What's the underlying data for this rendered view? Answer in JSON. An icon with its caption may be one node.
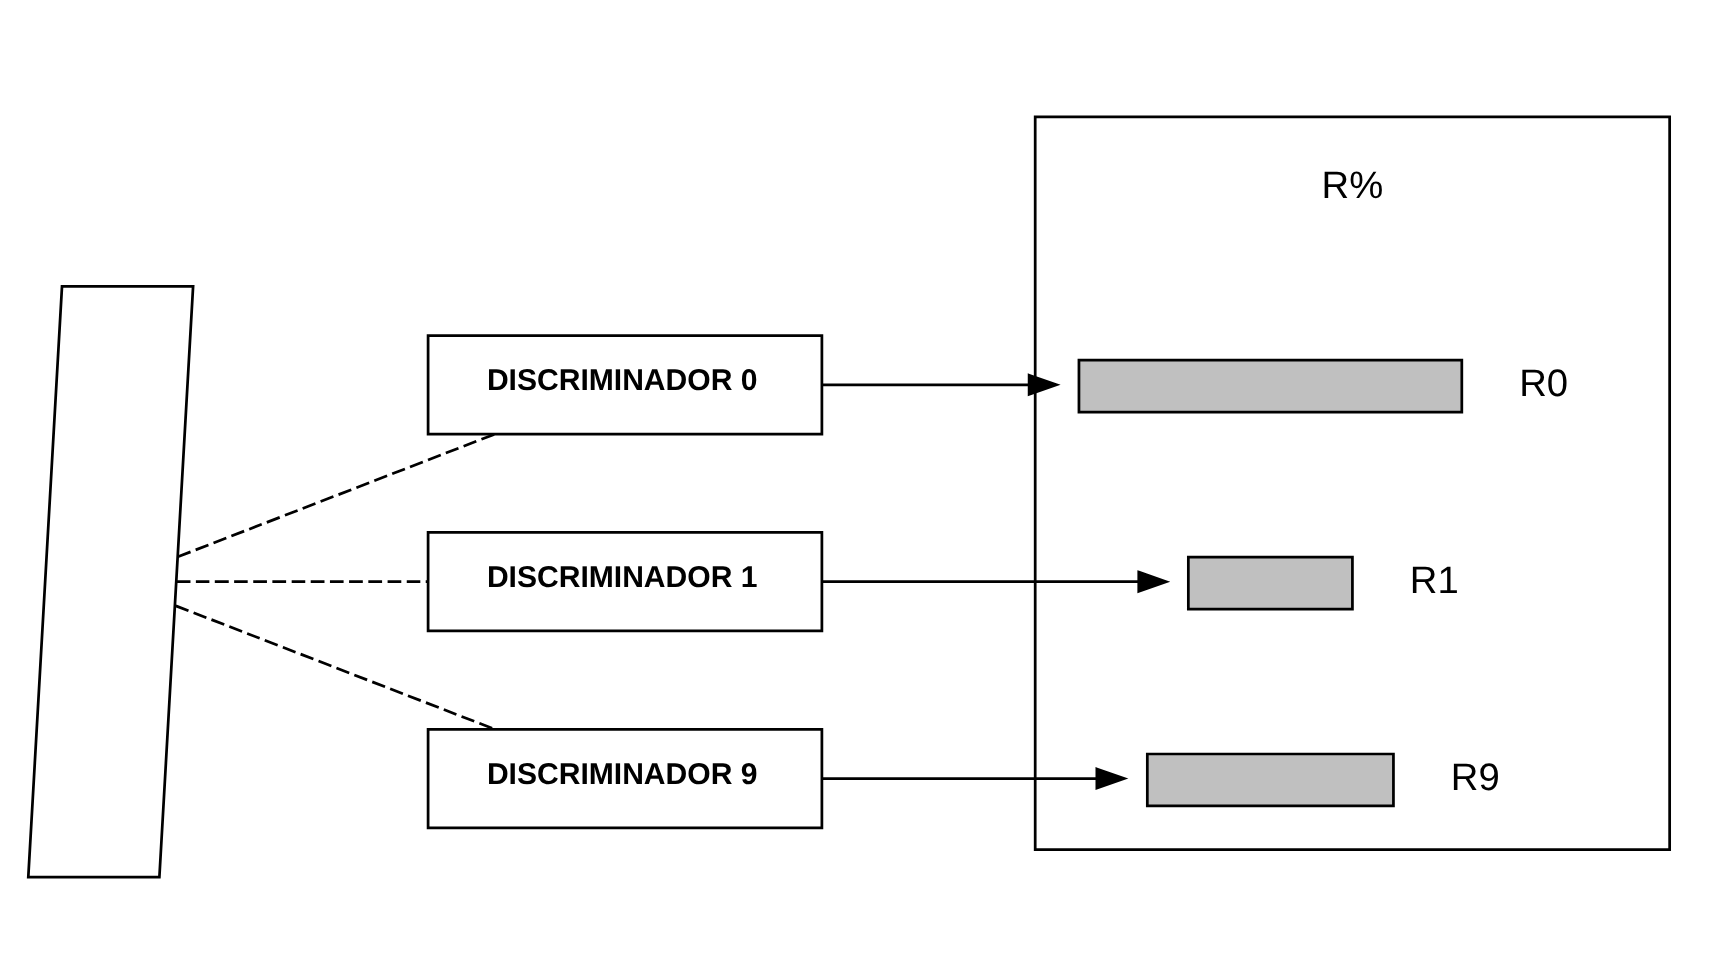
{
  "diagram": {
    "nodes": [
      {
        "text": [],
        "shape": "parallelogram"
      },
      {
        "text": [
          "DISCRIMINADOR 0"
        ]
      },
      {
        "text": [
          "DISCRIMINADOR 1"
        ]
      },
      {
        "text": [
          "DISCRIMINADOR 9"
        ]
      },
      {
        "text": [],
        "shape": "box"
      },
      {
        "text": [],
        "shape": "bar",
        "in": 4,
        "beside": [
          "R0"
        ]
      },
      {
        "text": [],
        "shape": "bar",
        "in": 4,
        "beside": [
          "R1"
        ]
      },
      {
        "text": [],
        "shape": "bar",
        "in": 4,
        "beside": [
          "R9"
        ]
      }
    ],
    "edges": [
      {
        "from": 0,
        "to": 1,
        "arrow": "none",
        "style": "dashed"
      },
      {
        "from": 0,
        "to": 2,
        "arrow": "none",
        "style": "dashed"
      },
      {
        "from": 0,
        "to": 3,
        "arrow": "none",
        "style": "dashed"
      },
      {
        "from": 1,
        "to": 5,
        "arrow": "to"
      },
      {
        "from": 2,
        "to": 6,
        "arrow": "to"
      },
      {
        "from": 3,
        "to": 7,
        "arrow": "to"
      }
    ],
    "labels": [
      "R%"
    ]
  }
}
